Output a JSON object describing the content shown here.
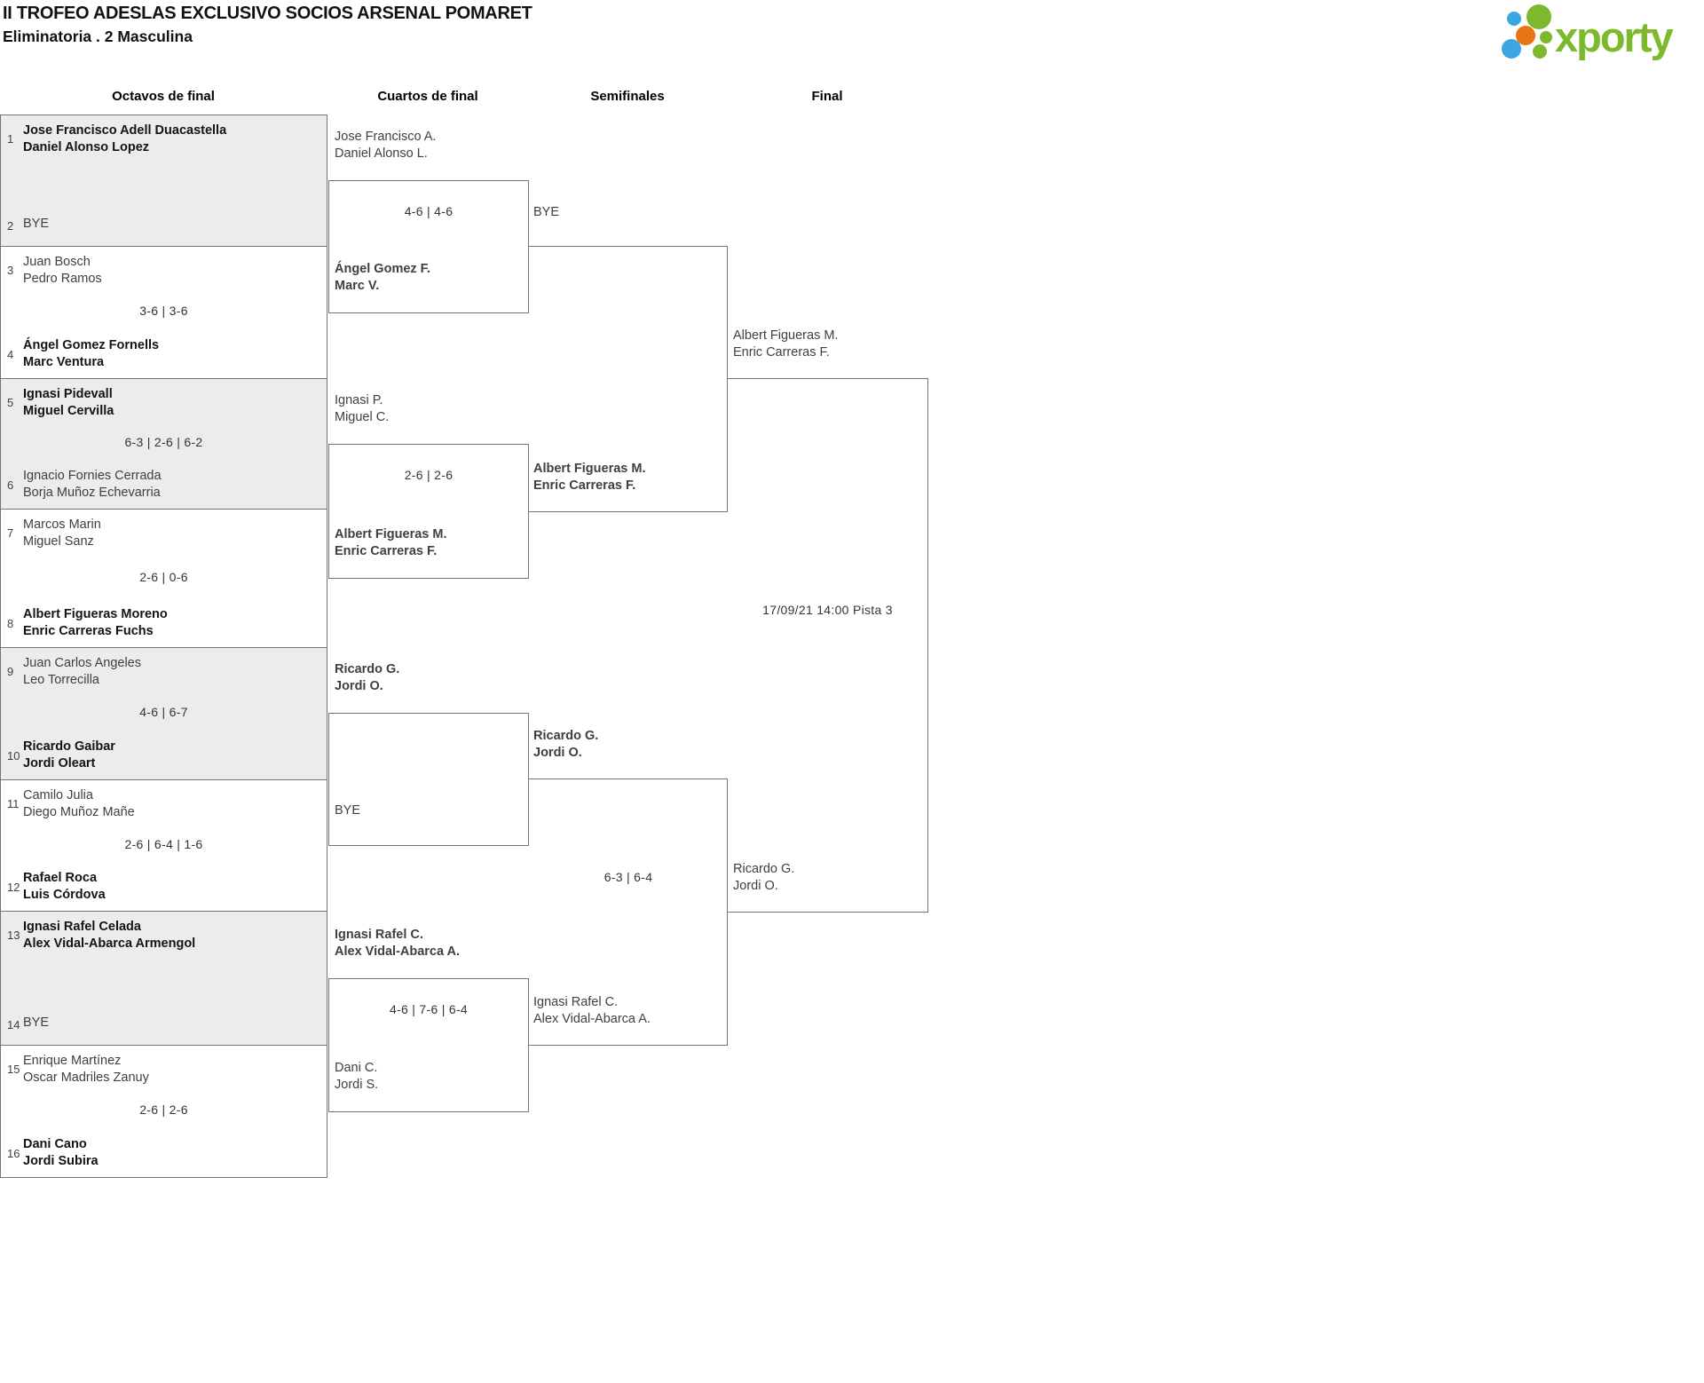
{
  "title": "II TROFEO ADESLAS EXCLUSIVO SOCIOS ARSENAL POMARET",
  "subtitle": "Eliminatoria . 2 Masculina",
  "logo": {
    "brand": "xporty"
  },
  "rounds": {
    "r16": "Octavos de final",
    "qf": "Cuartos de final",
    "sf": "Semifinales",
    "final": "Final"
  },
  "r16": [
    {
      "seed_a": "1",
      "a1": "Jose Francisco Adell Duacastella",
      "a2": "Daniel Alonso Lopez",
      "seed_b": "2",
      "b1": "BYE"
    },
    {
      "seed_a": "3",
      "a1": "Juan Bosch",
      "a2": "Pedro Ramos",
      "seed_b": "4",
      "b1": "Ángel Gomez Fornells",
      "b2": "Marc Ventura",
      "score": "3-6 | 3-6"
    },
    {
      "seed_a": "5",
      "a1": "Ignasi Pidevall",
      "a2": "Miguel Cervilla",
      "seed_b": "6",
      "b1": "Ignacio Fornies Cerrada",
      "b2": "Borja Muñoz Echevarria",
      "score": "6-3 | 2-6 | 6-2"
    },
    {
      "seed_a": "7",
      "a1": "Marcos Marin",
      "a2": "Miguel Sanz",
      "seed_b": "8",
      "b1": "Albert Figueras Moreno",
      "b2": "Enric Carreras Fuchs",
      "score": "2-6 | 0-6"
    },
    {
      "seed_a": "9",
      "a1": "Juan Carlos Angeles",
      "a2": "Leo Torrecilla",
      "seed_b": "10",
      "b1": "Ricardo Gaibar",
      "b2": "Jordi Oleart",
      "score": "4-6 | 6-7"
    },
    {
      "seed_a": "11",
      "a1": "Camilo Julia",
      "a2": "Diego Muñoz Mañe",
      "seed_b": "12",
      "b1": "Rafael Roca",
      "b2": "Luis Córdova",
      "score": "2-6 | 6-4 | 1-6"
    },
    {
      "seed_a": "13",
      "a1": "Ignasi Rafel Celada",
      "a2": "Alex Vidal-Abarca Armengol",
      "seed_b": "14",
      "b1": "BYE"
    },
    {
      "seed_a": "15",
      "a1": "Enrique Martínez",
      "a2": "Oscar Madriles Zanuy",
      "seed_b": "16",
      "b1": "Dani Cano",
      "b2": "Jordi Subira",
      "score": "2-6 | 2-6"
    }
  ],
  "qf": [
    {
      "a1": "Jose Francisco A.",
      "a2": "Daniel Alonso L.",
      "b1": "Ángel Gomez F.",
      "b2": "Marc V.",
      "score": "4-6 | 4-6"
    },
    {
      "a1": "Ignasi P.",
      "a2": "Miguel C.",
      "b1": "Albert Figueras M.",
      "b2": "Enric Carreras F.",
      "score": "2-6 | 2-6"
    },
    {
      "a1": "Ricardo G.",
      "a2": "Jordi O.",
      "b1": "BYE"
    },
    {
      "a1": "Ignasi Rafel C.",
      "a2": "Alex Vidal-Abarca A.",
      "b1": "Dani C.",
      "b2": "Jordi S.",
      "score": "4-6 | 7-6 | 6-4"
    }
  ],
  "sf": [
    {
      "a1": "BYE",
      "b1": "Albert Figueras M.",
      "b2": "Enric Carreras F."
    },
    {
      "a1": "Ricardo G.",
      "a2": "Jordi O.",
      "b1": "Ignasi Rafel C.",
      "b2": "Alex Vidal-Abarca A.",
      "score": "6-3 | 6-4"
    }
  ],
  "final": {
    "a1": "Albert Figueras M.",
    "a2": "Enric Carreras F.",
    "b1": "Ricardo G.",
    "b2": "Jordi O.",
    "schedule": "17/09/21 14:00 Pista 3"
  }
}
